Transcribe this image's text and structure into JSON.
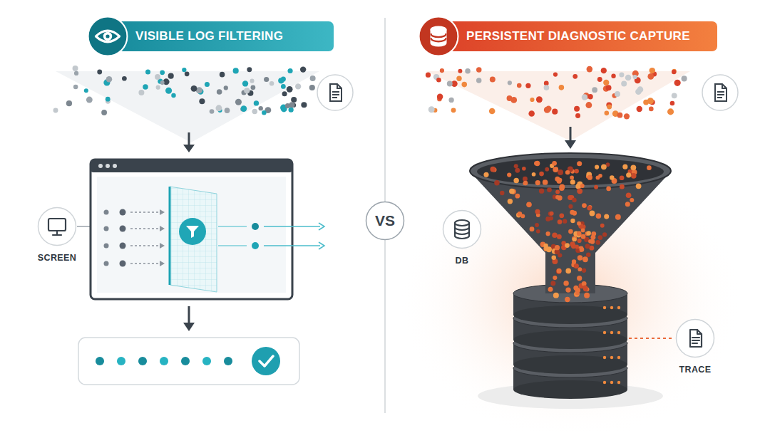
{
  "diagram": {
    "nodes": [
      {
        "text": [
          "VISIBLE LOG FILTERING"
        ]
      },
      {
        "text": [
          "SCREEN"
        ]
      },
      {
        "text": [
          "VS"
        ]
      },
      {
        "text": [
          "PERSISTENT DIAGNOSTIC CAPTURE"
        ]
      },
      {
        "text": [
          "DB"
        ]
      },
      {
        "text": [
          "TRACE"
        ]
      }
    ]
  }
}
